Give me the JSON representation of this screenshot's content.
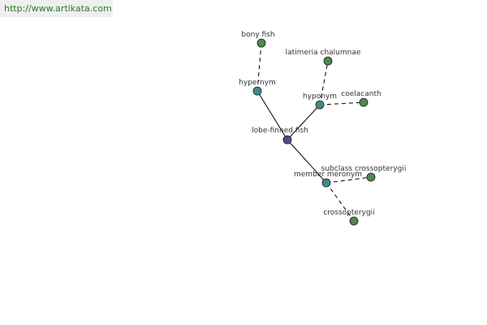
{
  "source_url": "http://www.artikata.com",
  "colors": {
    "center_node": "#4a4f8f",
    "relation_node": "#3f8c8a",
    "term_node": "#4e8a4e",
    "edge": "#000000",
    "banner_text": "#2b7a2b"
  },
  "graph": {
    "center": {
      "id": "center",
      "label": "lobe-finned fish",
      "kind": "center"
    },
    "relations": [
      {
        "id": "hypernym",
        "label": "hypernym",
        "kind": "relation"
      },
      {
        "id": "hyponym",
        "label": "hyponym",
        "kind": "relation"
      },
      {
        "id": "member_meronym",
        "label": "member meronym",
        "kind": "relation"
      }
    ],
    "terms": [
      {
        "id": "bony_fish",
        "label": "bony fish",
        "kind": "term",
        "relation": "hypernym"
      },
      {
        "id": "latimeria",
        "label": "latimeria chalumnae",
        "kind": "term",
        "relation": "hyponym"
      },
      {
        "id": "coelacanth",
        "label": "coelacanth",
        "kind": "term",
        "relation": "hyponym"
      },
      {
        "id": "subclass",
        "label": "subclass crossopterygii",
        "kind": "term",
        "relation": "member_meronym"
      },
      {
        "id": "crossopterygii",
        "label": "crossopterygii",
        "kind": "term",
        "relation": "member_meronym"
      }
    ]
  }
}
